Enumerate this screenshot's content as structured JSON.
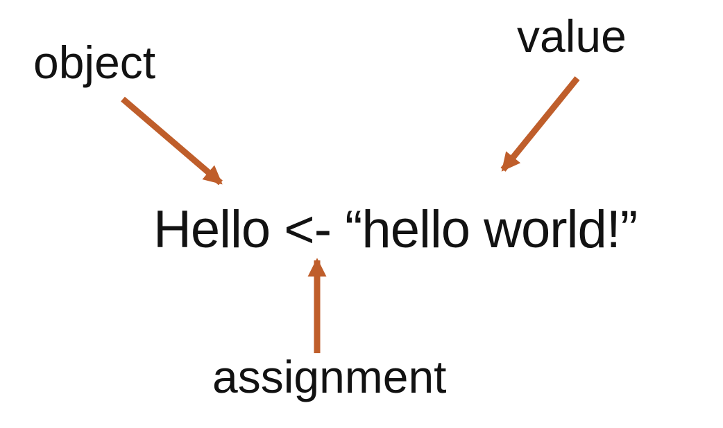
{
  "colors": {
    "background": "#ffffff",
    "text": "#121212",
    "arrow": "#bf5e2b"
  },
  "diagram": {
    "code": "Hello <- “hello world!”",
    "labels": {
      "object": "object",
      "value": "value",
      "assignment": "assignment"
    }
  }
}
